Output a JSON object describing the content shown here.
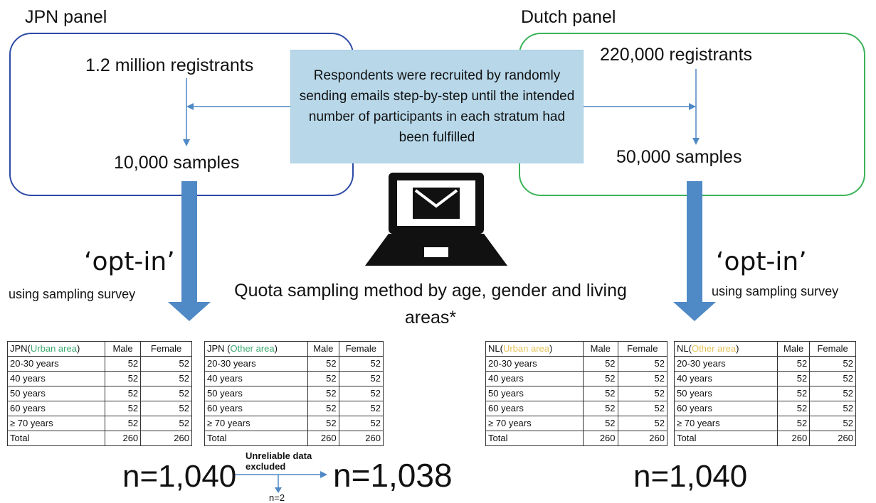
{
  "jpn": {
    "panel_title": "JPN panel",
    "registrants": "1.2 million registrants",
    "samples": "10,000 samples",
    "opt_in": "‘opt-in’",
    "opt_in_sub": "using sampling survey",
    "tables": [
      {
        "header": [
          "JPN(",
          "Urban area",
          ")",
          "Male",
          "Female"
        ],
        "rows": [
          [
            "20-30 years",
            "52",
            "52"
          ],
          [
            "40 years",
            "52",
            "52"
          ],
          [
            "50 years",
            "52",
            "52"
          ],
          [
            "60 years",
            "52",
            "52"
          ],
          [
            "≥ 70 years",
            "52",
            "52"
          ],
          [
            "Total",
            "260",
            "260"
          ]
        ]
      },
      {
        "header": [
          "JPN (",
          "Other area",
          ")",
          "Male",
          "Female"
        ],
        "rows": [
          [
            "20-30 years",
            "52",
            "52"
          ],
          [
            "40 years",
            "52",
            "52"
          ],
          [
            "50 years",
            "52",
            "52"
          ],
          [
            "60 years",
            "52",
            "52"
          ],
          [
            "≥ 70 years",
            "52",
            "52"
          ],
          [
            "Total",
            "260",
            "260"
          ]
        ]
      }
    ],
    "n_total": "n=1,040",
    "excluded_label_line1": "Unreliable data",
    "excluded_label_line2": "excluded",
    "excluded_n": "n=2",
    "n_final": "n=1,038"
  },
  "dutch": {
    "panel_title": "Dutch panel",
    "registrants": "220,000 registrants",
    "samples": "50,000 samples",
    "opt_in": "‘opt-in’",
    "opt_in_sub": "using sampling survey",
    "tables": [
      {
        "header": [
          "NL(",
          "Urban area",
          ")",
          "Male",
          "Female"
        ],
        "rows": [
          [
            "20-30 years",
            "52",
            "52"
          ],
          [
            "40 years",
            "52",
            "52"
          ],
          [
            "50 years",
            "52",
            "52"
          ],
          [
            "60 years",
            "52",
            "52"
          ],
          [
            "≥ 70 years",
            "52",
            "52"
          ],
          [
            "Total",
            "260",
            "260"
          ]
        ]
      },
      {
        "header": [
          "NL(",
          "Other area",
          ")",
          "Male",
          "Female"
        ],
        "rows": [
          [
            "20-30 years",
            "52",
            "52"
          ],
          [
            "40 years",
            "52",
            "52"
          ],
          [
            "50 years",
            "52",
            "52"
          ],
          [
            "60 years",
            "52",
            "52"
          ],
          [
            "≥ 70 years",
            "52",
            "52"
          ],
          [
            "Total",
            "260",
            "260"
          ]
        ]
      }
    ],
    "n_total": "n=1,040"
  },
  "center_text": "Respondents were recruited by randomly sending emails step-by-step until the intended number of participants in each stratum had been fulfilled",
  "quota_text": "Quota sampling method by age, gender and living areas*",
  "icon": "laptop-email-icon",
  "colors": {
    "jpn_border": "#2d4aa6",
    "dutch_border": "#3cb35a",
    "arrow": "#4f89c6",
    "center_box": "#b8d8ea",
    "jpn_area_label": "#3daa6f",
    "nl_area_label": "#e5c25a"
  }
}
